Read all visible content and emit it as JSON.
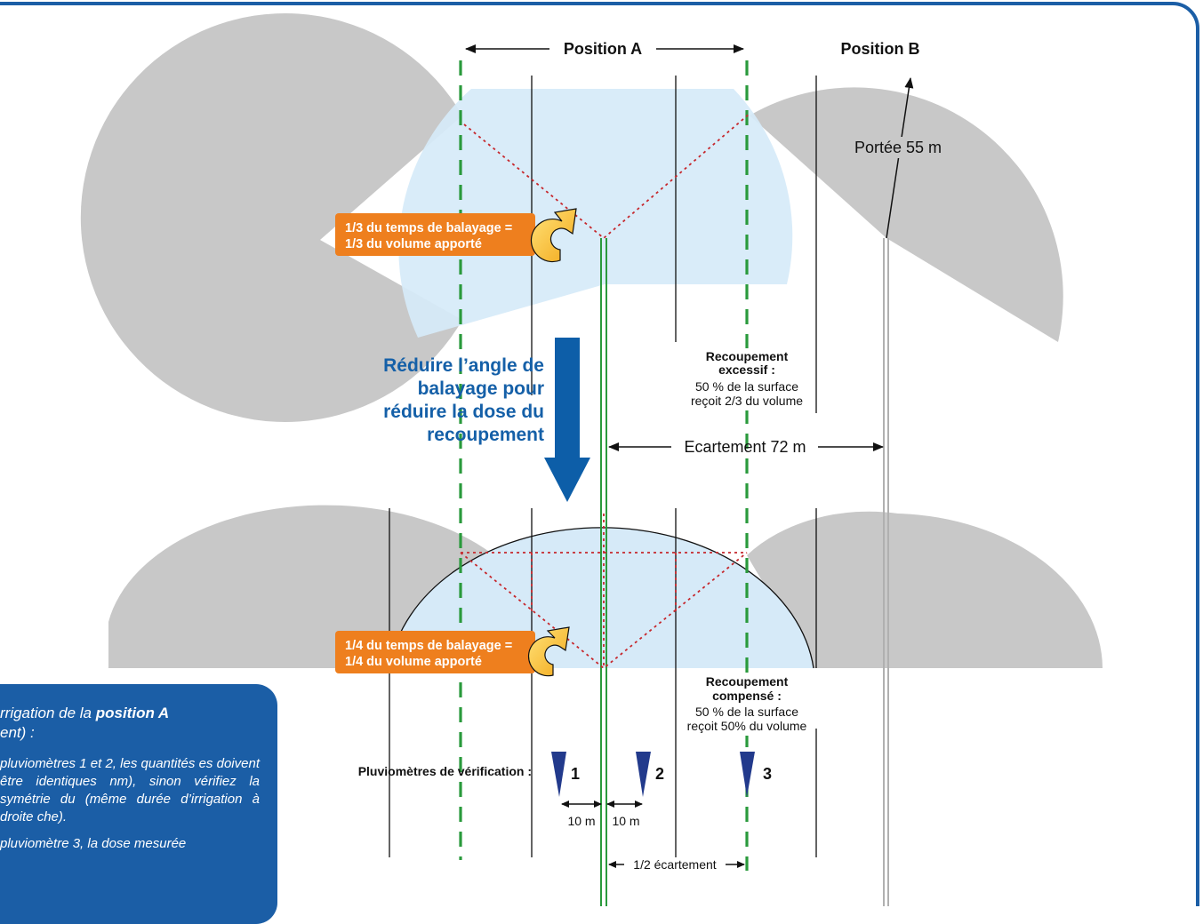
{
  "headers": {
    "position_a": "Position A",
    "position_b": "Position B"
  },
  "labels": {
    "portee": "Portée 55 m",
    "ecartement": "Ecartement 72 m",
    "demi_ecartement": "1/2 écartement",
    "pluviometres": "Pluviomètres de vérification :",
    "p1": "1",
    "p2": "2",
    "p3": "3",
    "dist1": "10 m",
    "dist2": "10 m"
  },
  "callouts": {
    "top_line1": "1/3 du temps de balayage =",
    "top_line2": "1/3 du volume apporté",
    "bottom_line1": "1/4 du temps de balayage =",
    "bottom_line2": "1/4 du volume apporté"
  },
  "recoupement_excessif": {
    "title1": "Recoupement",
    "title2": "excessif :",
    "line1": "50 % de la surface",
    "line2": "reçoit 2/3 du volume"
  },
  "recoupement_compense": {
    "title1": "Recoupement",
    "title2": "compensé :",
    "line1": "50 % de la surface",
    "line2": "reçoit 50% du volume"
  },
  "advice": {
    "line1": "Réduire l’angle de",
    "line2": "balayage pour",
    "line3": "réduire la dose du",
    "line4": "recoupement"
  },
  "infobox": {
    "title_pre": "rrigation de la ",
    "title_bold": "position A",
    "title_post": "ent) :",
    "p1": "pluviomètres 1 et 2, les quantités es doivent être identiques nm), sinon vérifiez la symétrie du (même durée d’irrigation à droite che).",
    "p2": "pluviomètre 3, la dose mesurée"
  },
  "colors": {
    "frame_blue": "#1b5ea6",
    "sector_gray": "#c8c8c8",
    "light_blue": "#d6eaf8",
    "green_dashed": "#2a9a3c",
    "orange": "#ee7f1e",
    "arrow_blue": "#0d5ea8",
    "red_dotted": "#c6282d"
  }
}
